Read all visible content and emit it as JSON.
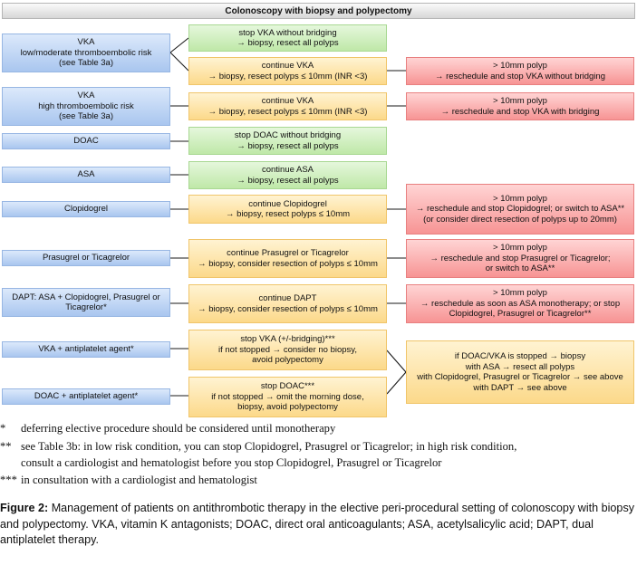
{
  "title": "Colonoscopy with biopsy and polypectomy",
  "boxes": {
    "b1": "VKA\nlow/moderate thromboembolic risk\n(see Table 3a)",
    "g1": "stop VKA without bridging\n→ biopsy, resect all polyps",
    "y1": "continue VKA\n→ biopsy, resect polyps ≤ 10mm (INR <3)",
    "r1": "> 10mm polyp\n→ reschedule and stop VKA without bridging",
    "b2": "VKA\nhigh thromboembolic risk\n(see Table 3a)",
    "y2": "continue VKA\n→ biopsy, resect polyps ≤ 10mm (INR <3)",
    "r2": "> 10mm polyp\n→ reschedule and stop VKA with bridging",
    "b3": "DOAC",
    "g3": "stop DOAC without bridging\n→ biopsy, resect all polyps",
    "b4": "ASA",
    "g4": "continue ASA\n→ biopsy, resect all polyps",
    "b5": "Clopidogrel",
    "y5": "continue Clopidogrel\n→ biopsy, resect polyps ≤ 10mm",
    "r5": "> 10mm polyp\n→ reschedule and stop Clopidogrel; or switch to ASA**\n(or consider direct resection of polyps up to 20mm)",
    "b6": "Prasugrel or Ticagrelor",
    "y6": "continue Prasugrel or Ticagrelor\n→ biopsy, consider resection of polyps ≤ 10mm",
    "r6": "> 10mm polyp\n→ reschedule and stop Prasugrel or Ticagrelor;\nor switch to ASA**",
    "b7": "DAPT: ASA + Clopidogrel, Prasugrel or Ticagrelor*",
    "y7": "continue DAPT\n→ biopsy, consider resection of polyps ≤ 10mm",
    "r7": "> 10mm polyp\n→ reschedule as soon as ASA monotherapy; or stop Clopidogrel, Prasugrel or Ticagrelor**",
    "b8": "VKA + antiplatelet agent*",
    "y8": "stop VKA (+/-bridging)***\nif not stopped → consider no biopsy,\navoid polypectomy",
    "b9": "DOAC + antiplatelet agent*",
    "y9": "stop DOAC***\nif not stopped → omit the morning dose,\nbiopsy, avoid polypectomy",
    "y10": "if DOAC/VKA is stopped → biopsy\nwith ASA → resect all polyps\nwith Clopidogrel, Prasugrel or Ticagrelor → see above\nwith DAPT → see above"
  },
  "footnotes": [
    {
      "mark": "*",
      "lines": [
        "deferring elective procedure should be considered until monotherapy"
      ]
    },
    {
      "mark": "**",
      "lines": [
        "see Table 3b: in low risk condition, you can stop Clopidogrel, Prasugrel or Ticagrelor; in high risk condition,",
        "consult a cardiologist and hematologist before you stop Clopidogrel, Prasugrel or Ticagrelor"
      ]
    },
    {
      "mark": "***",
      "lines": [
        "in consultation with a cardiologist and hematologist"
      ]
    }
  ],
  "caption": {
    "label": "Figure 2:",
    "text": "Management of patients on antithrombotic therapy in the elective peri-procedural setting of colonoscopy with biopsy and polypectomy. VKA, vitamin K antagonists; DOAC, direct oral anticoagulants; ASA, acetylsalicylic acid; DAPT, dual antiplatelet therapy."
  },
  "colors": {
    "blue": "#a9c6ef",
    "green": "#bfe8a8",
    "yellow": "#fcd98a",
    "red": "#f79494",
    "line": "#1a1a1a"
  }
}
